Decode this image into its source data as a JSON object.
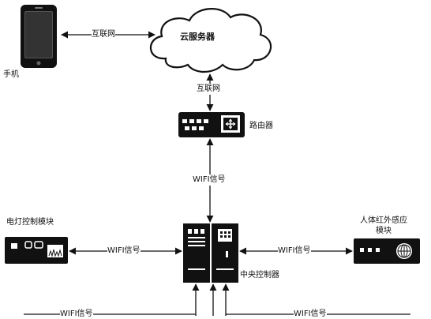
{
  "diagram": {
    "nodes": {
      "phone": {
        "label": "手机",
        "icon": "smartphone-icon"
      },
      "cloud": {
        "label": "云服务器",
        "icon": "cloud-icon"
      },
      "router": {
        "label": "路由器",
        "icon": "router-icon"
      },
      "central": {
        "label": "中央控制器",
        "icon": "server-cabinet-icon"
      },
      "light_module": {
        "label": "电灯控制模块",
        "icon": "control-box-icon"
      },
      "ir_module": {
        "label_line1": "人体红外感应",
        "label_line2": "模块",
        "icon": "sensor-box-icon"
      }
    },
    "edges": {
      "phone_cloud": "互联网",
      "cloud_router": "互联网",
      "router_central": "WIFI信号",
      "light_central": "WIFI信号",
      "central_ir": "WIFI信号",
      "bottom_left": "WIFI信号",
      "bottom_right": "WIFI信号"
    }
  },
  "colors": {
    "line": "#111111",
    "device": "#000000",
    "device_detail": "#ffffff",
    "background": "#ffffff"
  }
}
